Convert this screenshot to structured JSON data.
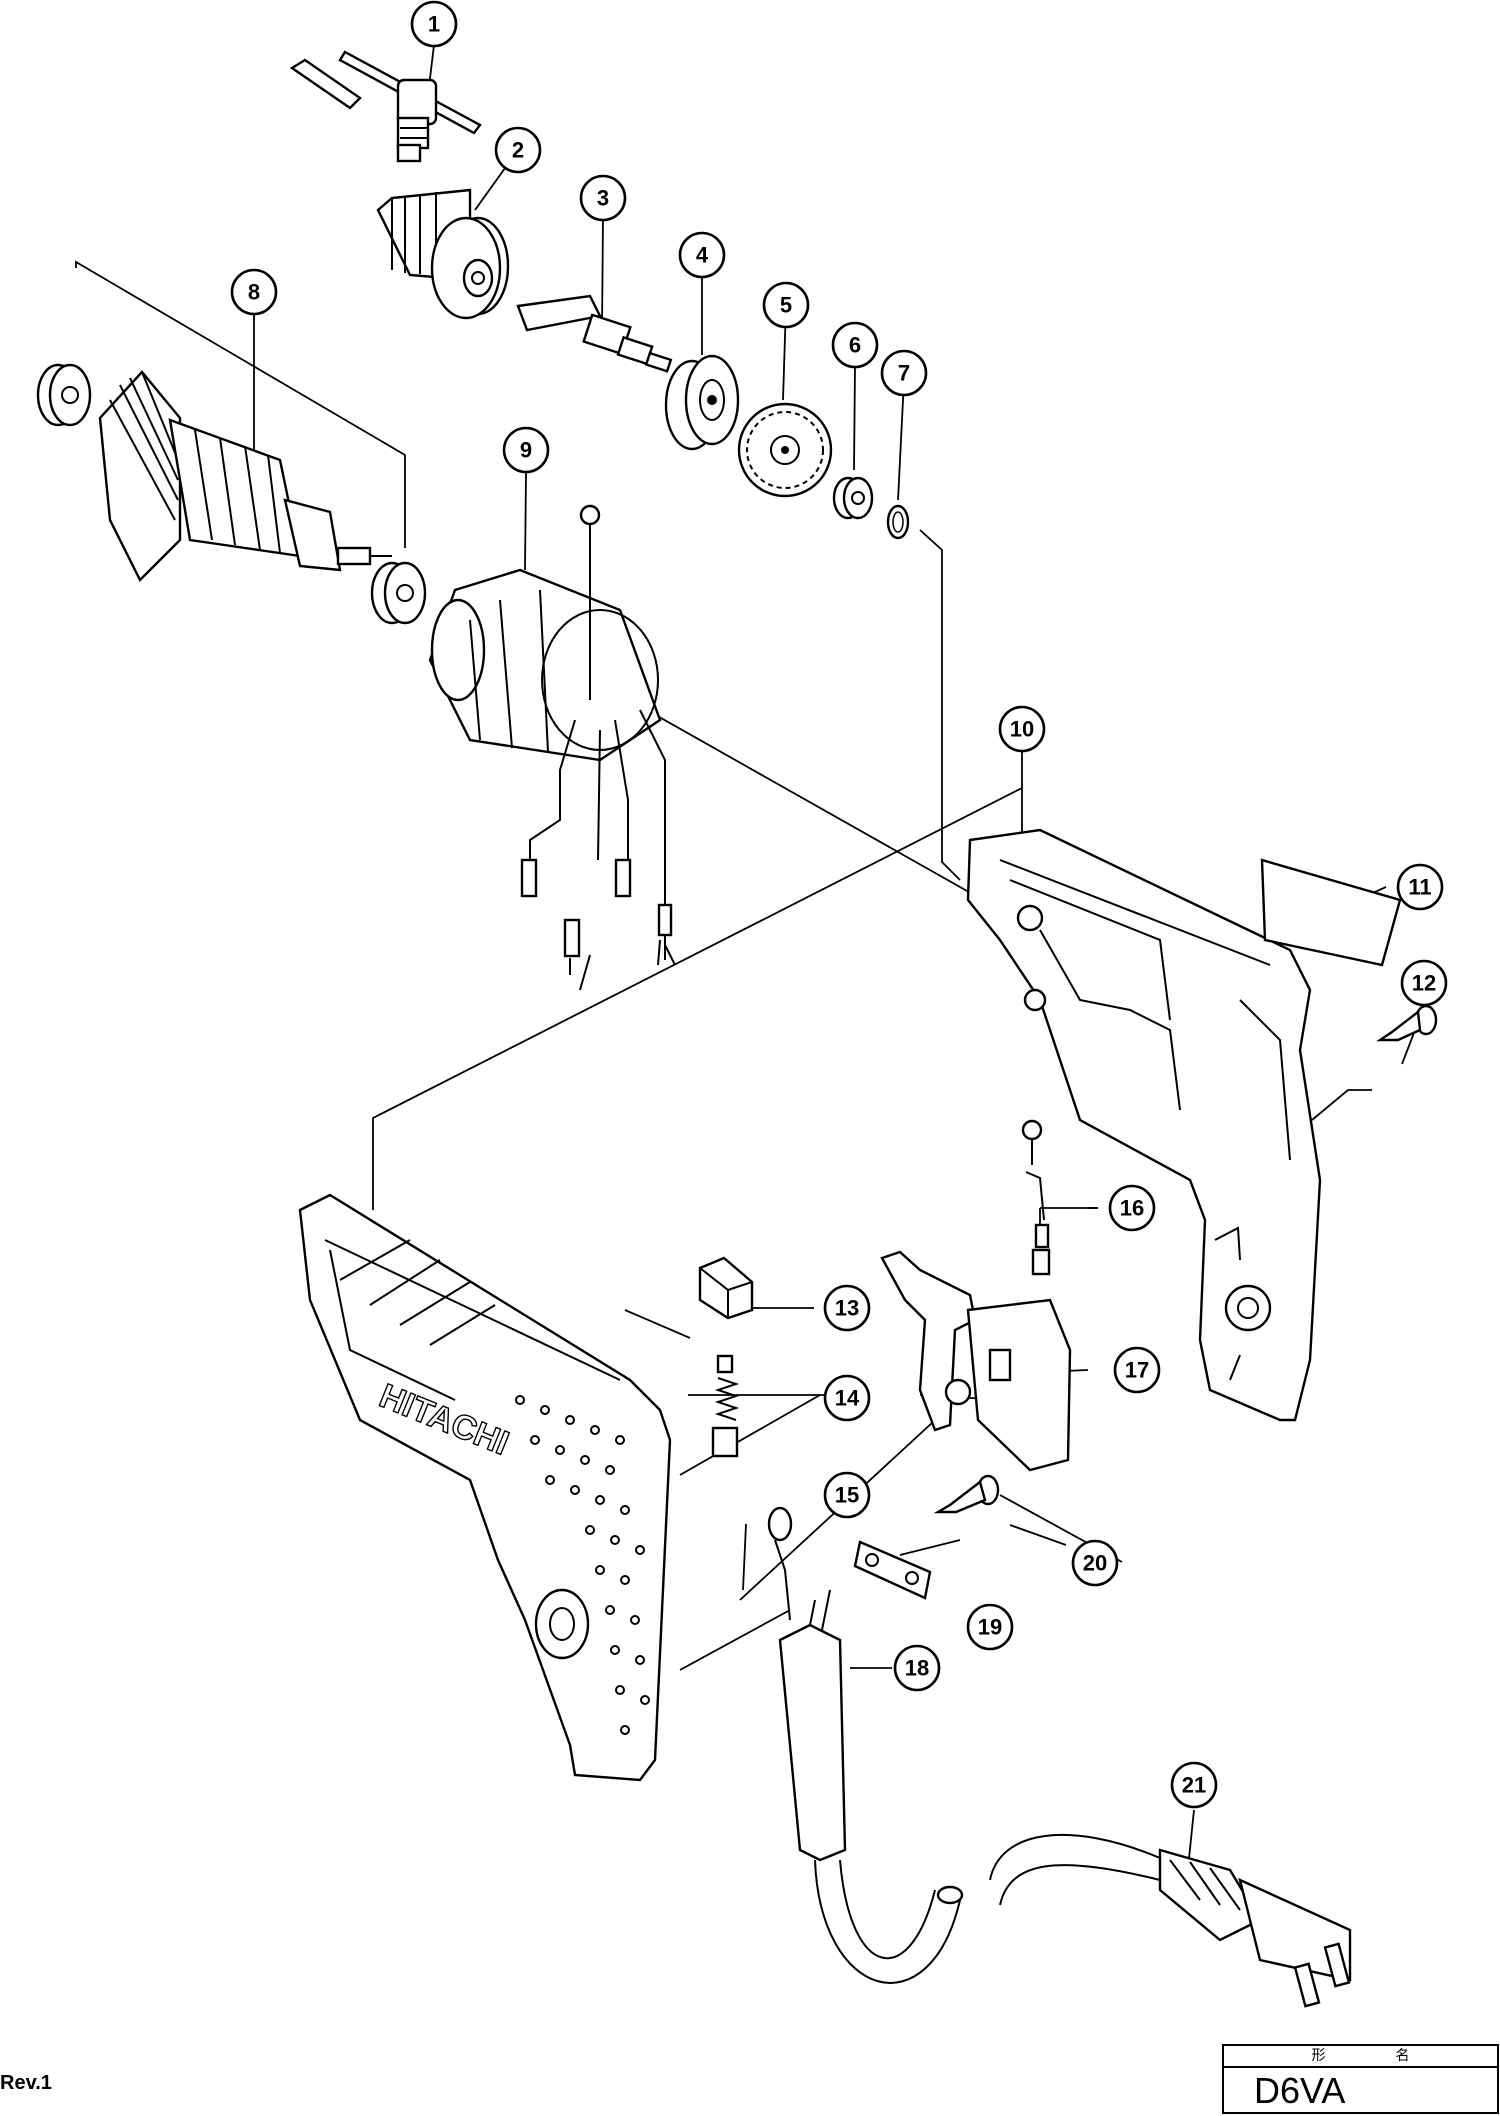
{
  "diagram": {
    "callouts": [
      "1",
      "2",
      "3",
      "4",
      "5",
      "6",
      "7",
      "8",
      "9",
      "10",
      "11",
      "12",
      "13",
      "14",
      "15",
      "16",
      "17",
      "18",
      "19",
      "20",
      "21"
    ],
    "brand_text": "HITACHI"
  },
  "footer": {
    "revision": "Rev.1",
    "title_header_left": "形",
    "title_header_right": "名",
    "model": "D6VA"
  }
}
